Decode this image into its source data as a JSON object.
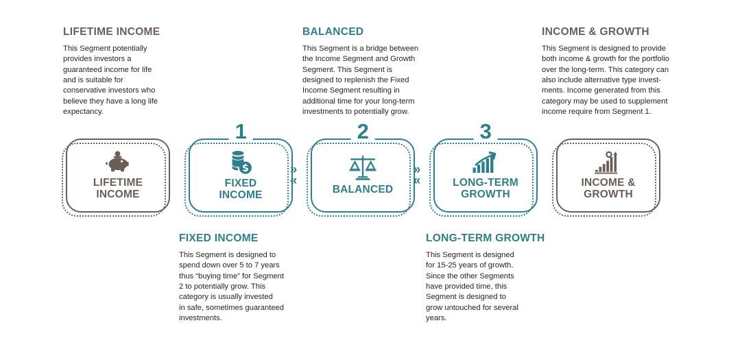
{
  "palette": {
    "teal": "#2d7f8c",
    "brown": "#6c5d57",
    "body_text": "#231f20",
    "background": "#ffffff"
  },
  "top_descriptions": [
    {
      "heading": "LIFETIME INCOME",
      "color": "brown",
      "body": "This Segment potentially\nprovides investors a\nguaranteed income for life\nand is suitable for\nconservative investors who\nbelieve they have a long life\nexpectancy."
    },
    {
      "heading": "BALANCED",
      "color": "teal",
      "body": "This Segment is a bridge between\nthe Income Segment and Growth\nSegment. This Segment is\ndesigned to replenish the Fixed\nIncome Segment resulting in\nadditional time for your long-term\ninvestments to potentially grow."
    },
    {
      "heading": "INCOME & GROWTH",
      "color": "brown",
      "body": "This Segment is designed to provide\nboth income & growth for the portfolio\nover the long-term. This category can\nalso include alternative type invest-\nments. Income generated from this\ncategory may be used to supplement\nincome require from Segment 1."
    }
  ],
  "bottom_descriptions": [
    {
      "heading": "FIXED INCOME",
      "color": "teal",
      "body": "This Segment is designed to\nspend down over 5 to 7 years\nthus “buying time” for Segment\n2 to potentially grow. This\ncategory is usually invested\nin safe, sometimes guaranteed\ninvestments."
    },
    {
      "heading": "LONG-TERM GROWTH",
      "color": "teal",
      "body": "This Segment is designed\nfor 15-25 years of growth.\nSince the other Segments\nhave provided time, this\nSegment is designed to\ngrow untouched for several\nyears."
    }
  ],
  "segments": [
    {
      "id": "lifetime-income",
      "step": "",
      "caption": "LIFETIME\nINCOME",
      "color": "brown",
      "icon": "piggy-bank-icon"
    },
    {
      "id": "fixed-income",
      "step": "1",
      "caption": "FIXED\nINCOME",
      "color": "teal",
      "icon": "coin-stack-icon"
    },
    {
      "id": "balanced",
      "step": "2",
      "caption": "BALANCED",
      "color": "teal",
      "icon": "balance-scale-icon"
    },
    {
      "id": "long-term-growth",
      "step": "3",
      "caption": "LONG-TERM\nGROWTH",
      "color": "teal",
      "icon": "growth-chart-icon"
    },
    {
      "id": "income-growth",
      "step": "",
      "caption": "INCOME &\nGROWTH",
      "color": "brown",
      "icon": "bar-chart-arrow-icon"
    }
  ],
  "connectors": [
    {
      "id": "connector-1",
      "forward": "»",
      "backward": "«"
    },
    {
      "id": "connector-2",
      "forward": "»",
      "backward": "«"
    }
  ]
}
